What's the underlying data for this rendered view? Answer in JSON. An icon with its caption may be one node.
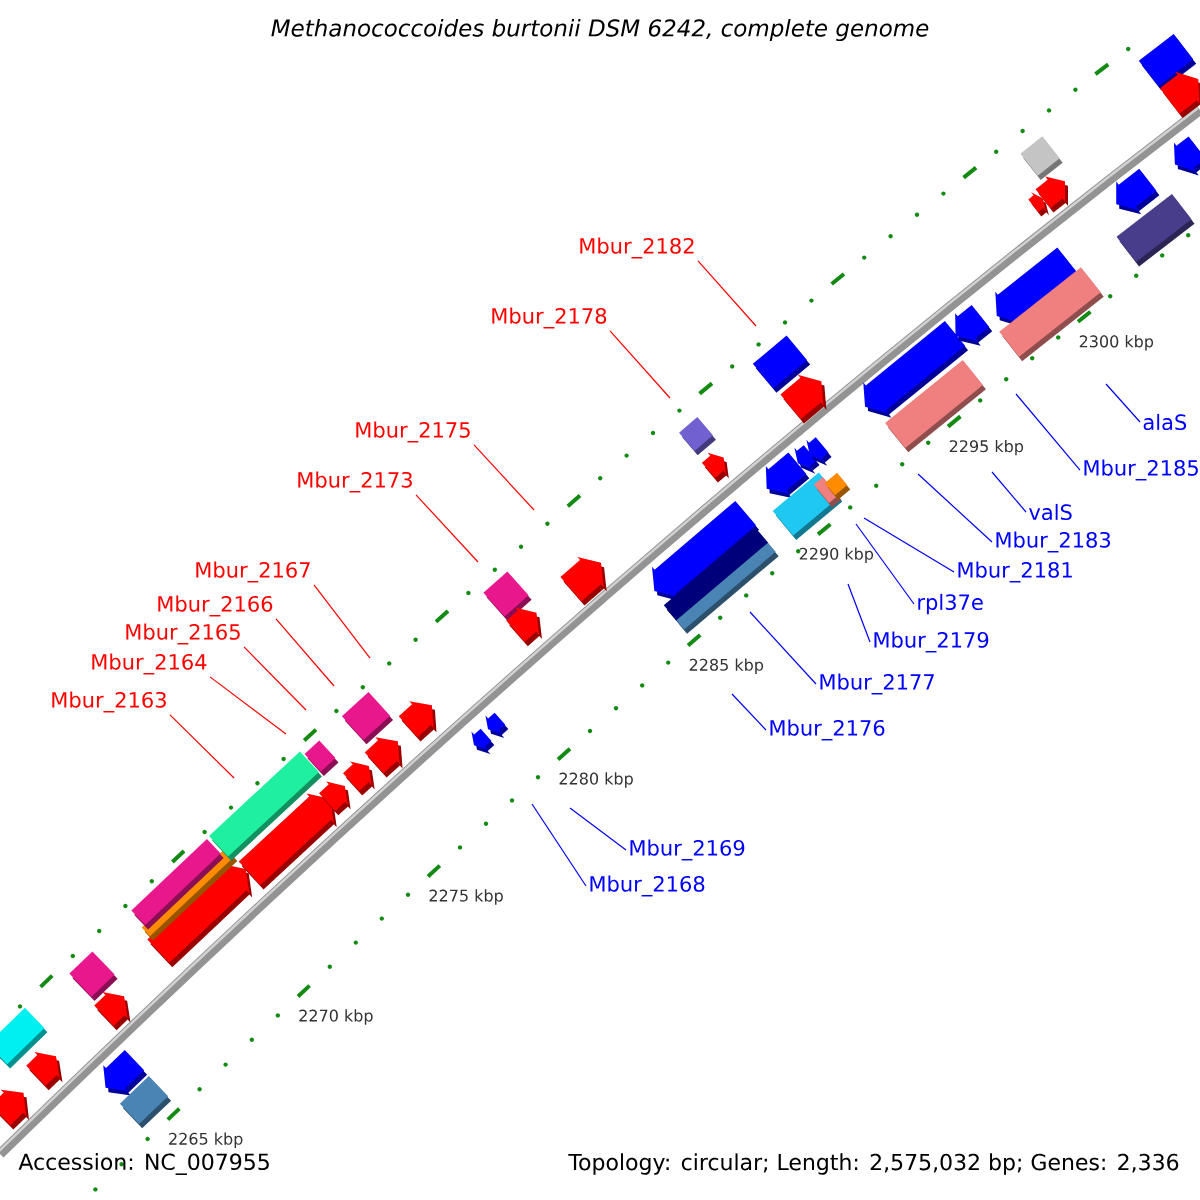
{
  "diagram": {
    "title": "Methanococcoides burtonii DSM 6242, complete genome",
    "nodes": [
      {
        "text": [
          "Mbur_2182"
        ]
      },
      {
        "text": [
          "Mbur_2178"
        ]
      },
      {
        "text": [
          "alaS"
        ]
      },
      {
        "text": [
          "Mbur_2175"
        ]
      },
      {
        "text": [
          "Mbur_2185"
        ]
      },
      {
        "text": [
          "Mbur_2173"
        ]
      },
      {
        "text": [
          "valS"
        ]
      },
      {
        "text": [
          "Mbur_2183"
        ]
      },
      {
        "text": [
          "Mbur_2167"
        ]
      },
      {
        "text": [
          "Mbur_2181"
        ]
      },
      {
        "text": [
          "Mbur_2166"
        ]
      },
      {
        "text": [
          "rpl37e"
        ]
      },
      {
        "text": [
          "Mbur_2165"
        ]
      },
      {
        "text": [
          "Mbur_2179"
        ]
      },
      {
        "text": [
          "Mbur_2164"
        ]
      },
      {
        "text": [
          "Mbur_2177"
        ]
      },
      {
        "text": [
          "Mbur_2163"
        ]
      },
      {
        "text": [
          "Mbur_2176"
        ]
      },
      {
        "text": [
          "Mbur_2169"
        ]
      },
      {
        "text": [
          "Mbur_2168"
        ]
      }
    ],
    "edges": [
      {
        "from": 0,
        "to": null,
        "arrow": "none",
        "color": "#ff0000"
      },
      {
        "from": 1,
        "to": null,
        "arrow": "none",
        "color": "#ff0000"
      },
      {
        "from": 2,
        "to": null,
        "arrow": "none"
      },
      {
        "from": 3,
        "to": null,
        "arrow": "none",
        "color": "#ff0000"
      },
      {
        "from": 4,
        "to": null,
        "arrow": "none"
      },
      {
        "from": 5,
        "to": null,
        "arrow": "none",
        "color": "#ff0000"
      },
      {
        "from": 6,
        "to": null,
        "arrow": "none"
      },
      {
        "from": 7,
        "to": null,
        "arrow": "none"
      },
      {
        "from": 8,
        "to": null,
        "arrow": "none",
        "color": "#ff0000"
      },
      {
        "from": 9,
        "to": null,
        "arrow": "none"
      },
      {
        "from": 10,
        "to": null,
        "arrow": "none",
        "color": "#ff0000"
      },
      {
        "from": 11,
        "to": null,
        "arrow": "none"
      },
      {
        "from": 12,
        "to": null,
        "arrow": "none",
        "color": "#ff0000"
      },
      {
        "from": 13,
        "to": null,
        "arrow": "none"
      },
      {
        "from": 14,
        "to": null,
        "arrow": "none",
        "color": "#ff0000"
      },
      {
        "from": 15,
        "to": null,
        "arrow": "none"
      },
      {
        "from": 16,
        "to": null,
        "arrow": "none",
        "color": "#ff0000"
      },
      {
        "from": 17,
        "to": null,
        "arrow": "none"
      },
      {
        "from": 18,
        "to": null,
        "arrow": "none"
      },
      {
        "from": 19,
        "to": null,
        "arrow": "none"
      }
    ],
    "labels": [
      "2265 kbp",
      "2270 kbp",
      "2275 kbp",
      "2280 kbp",
      "2285 kbp",
      "2290 kbp",
      "2295 kbp",
      "2300 kbp",
      "Accession: NC_007955",
      "Topology: circular; Length: 2,575,032 bp; Genes: 2,336"
    ]
  }
}
